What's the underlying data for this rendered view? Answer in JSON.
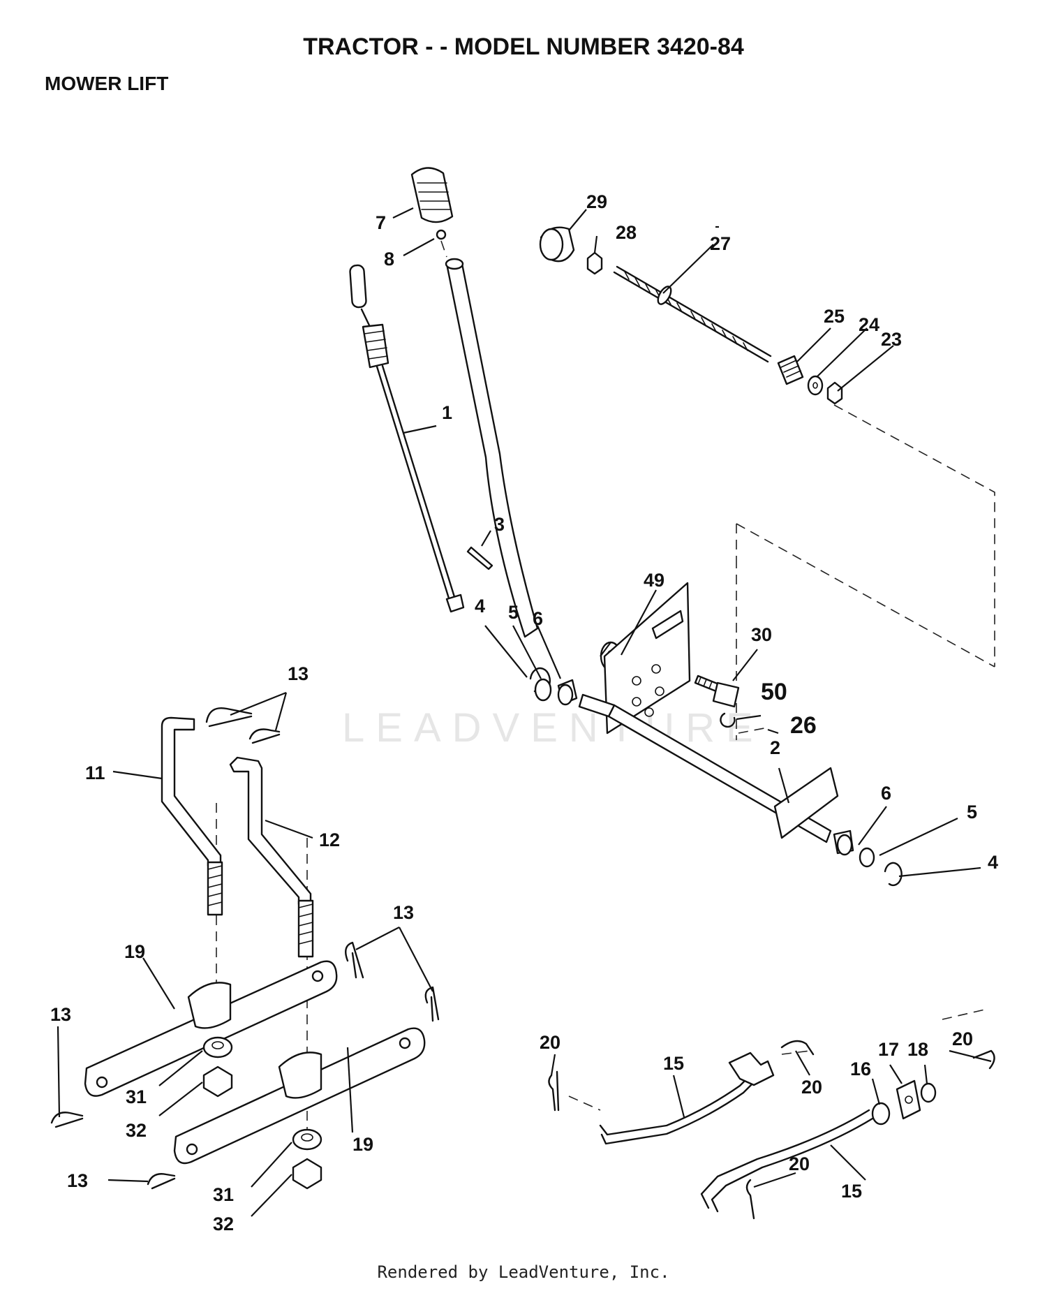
{
  "header": {
    "title": "TRACTOR - - MODEL NUMBER 3420-84",
    "section": "MOWER LIFT"
  },
  "watermark": {
    "text": "LEADVENTURE",
    "color": "#e6e6e6"
  },
  "footer": {
    "credit": "Rendered by LeadVenture, Inc."
  },
  "callouts": [
    {
      "id": "c-1",
      "label": "1"
    },
    {
      "id": "c-2",
      "label": "2"
    },
    {
      "id": "c-3",
      "label": "3"
    },
    {
      "id": "c-4a",
      "label": "4"
    },
    {
      "id": "c-4b",
      "label": "4"
    },
    {
      "id": "c-5a",
      "label": "5"
    },
    {
      "id": "c-5b",
      "label": "5"
    },
    {
      "id": "c-6a",
      "label": "6"
    },
    {
      "id": "c-6b",
      "label": "6"
    },
    {
      "id": "c-7",
      "label": "7"
    },
    {
      "id": "c-8",
      "label": "8"
    },
    {
      "id": "c-11",
      "label": "11"
    },
    {
      "id": "c-12",
      "label": "12"
    },
    {
      "id": "c-13a",
      "label": "13"
    },
    {
      "id": "c-13b",
      "label": "13"
    },
    {
      "id": "c-13c",
      "label": "13"
    },
    {
      "id": "c-13d",
      "label": "13"
    },
    {
      "id": "c-15a",
      "label": "15"
    },
    {
      "id": "c-15b",
      "label": "15"
    },
    {
      "id": "c-16",
      "label": "16"
    },
    {
      "id": "c-17",
      "label": "17"
    },
    {
      "id": "c-18",
      "label": "18"
    },
    {
      "id": "c-19a",
      "label": "19"
    },
    {
      "id": "c-19b",
      "label": "19"
    },
    {
      "id": "c-20a",
      "label": "20"
    },
    {
      "id": "c-20b",
      "label": "20"
    },
    {
      "id": "c-20c",
      "label": "20"
    },
    {
      "id": "c-20d",
      "label": "20"
    },
    {
      "id": "c-23",
      "label": "23"
    },
    {
      "id": "c-24",
      "label": "24"
    },
    {
      "id": "c-25",
      "label": "25"
    },
    {
      "id": "c-26",
      "label": "26"
    },
    {
      "id": "c-27",
      "label": "27"
    },
    {
      "id": "c-28",
      "label": "28"
    },
    {
      "id": "c-29",
      "label": "29"
    },
    {
      "id": "c-30",
      "label": "30"
    },
    {
      "id": "c-31a",
      "label": "31"
    },
    {
      "id": "c-31b",
      "label": "31"
    },
    {
      "id": "c-32a",
      "label": "32"
    },
    {
      "id": "c-32b",
      "label": "32"
    },
    {
      "id": "c-49",
      "label": "49"
    },
    {
      "id": "c-50",
      "label": "50"
    }
  ]
}
